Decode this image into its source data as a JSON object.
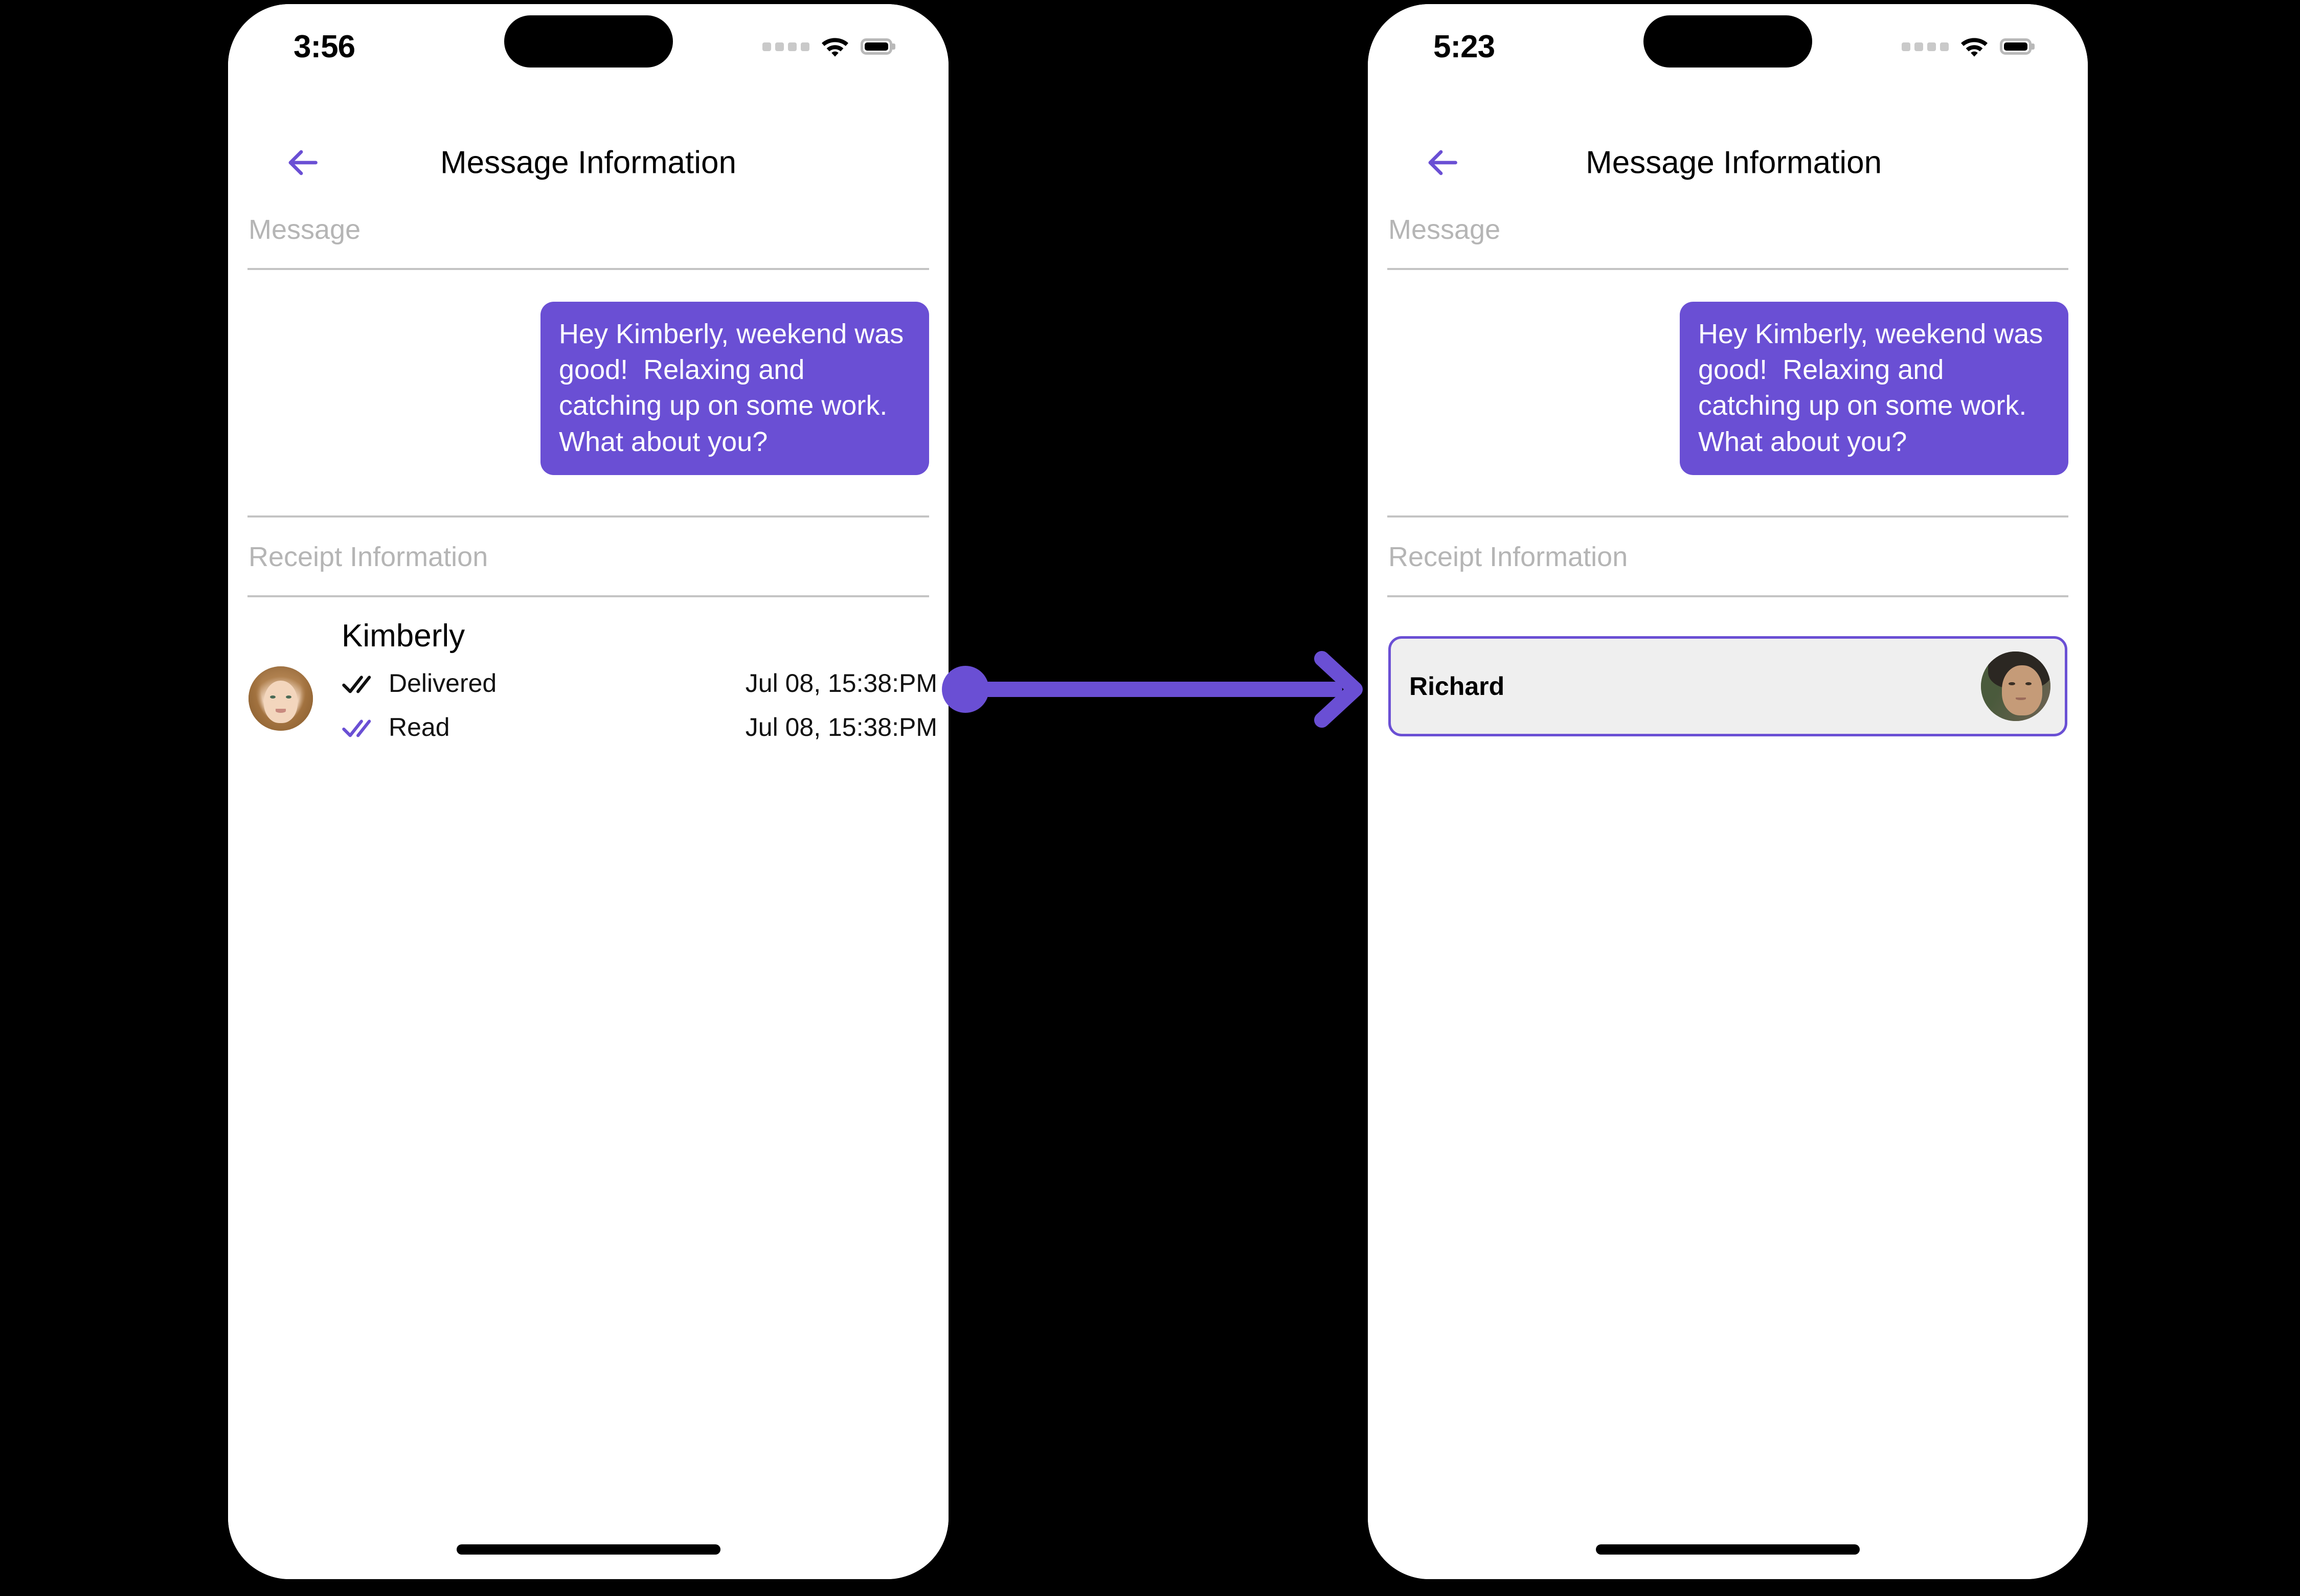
{
  "canvas": {
    "background": "#000000",
    "accent": "#6A4FD4"
  },
  "arrow": {
    "name": "transition-arrow",
    "color": "#6A4FD4",
    "direction": "left-to-right"
  },
  "screens": [
    {
      "id": "left",
      "status_bar": {
        "time": "3:56",
        "signal_icon": "signal-dots-icon",
        "wifi_icon": "wifi-icon",
        "battery_icon": "battery-full-icon"
      },
      "nav": {
        "back_icon": "back-arrow-icon",
        "title": "Message Information"
      },
      "sections": {
        "message_label": "Message",
        "receipt_label": "Receipt Information"
      },
      "message": {
        "text": "Hey Kimberly, weekend was good!  Relaxing and catching up on some work. What about you?",
        "bubble_color": "#6A4FD4",
        "align": "right"
      },
      "receipt": {
        "name": "Kimberly",
        "avatar_icon": "avatar-kimberly",
        "rows": [
          {
            "status": "Delivered",
            "tick_icon": "double-check-icon",
            "tick_color": "#111111",
            "time": "Jul 08, 15:38:PM"
          },
          {
            "status": "Read",
            "tick_icon": "double-check-icon",
            "tick_color": "#6A4FD4",
            "time": "Jul 08, 15:38:PM"
          }
        ]
      },
      "home_indicator": "home-indicator"
    },
    {
      "id": "right",
      "status_bar": {
        "time": "5:23",
        "signal_icon": "signal-dots-icon",
        "wifi_icon": "wifi-icon",
        "battery_icon": "battery-full-icon"
      },
      "nav": {
        "back_icon": "back-arrow-icon",
        "title": "Message Information"
      },
      "sections": {
        "message_label": "Message",
        "receipt_label": "Receipt Information"
      },
      "message": {
        "text": "Hey Kimberly, weekend was good!  Relaxing and catching up on some work. What about you?",
        "bubble_color": "#6A4FD4",
        "align": "right"
      },
      "person_card": {
        "name": "Richard",
        "avatar_icon": "avatar-richard",
        "border_color": "#6A4FD4",
        "background_color": "#EFEFEF",
        "selected": true
      },
      "home_indicator": "home-indicator"
    }
  ]
}
